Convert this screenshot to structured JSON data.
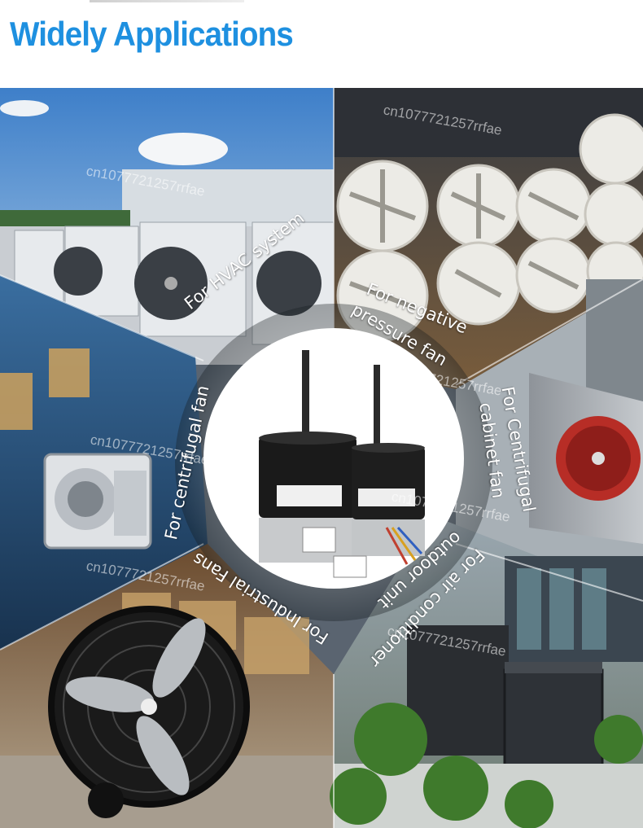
{
  "header": {
    "title": "Widely Applications"
  },
  "labels": {
    "hvac": "For HVAC system",
    "negative_line1": "For negative",
    "negative_line2": "pressure fan",
    "centrifugal_fan": "For centrifugal fan",
    "cabinet_line1": "For Centrifugal",
    "cabinet_line2": "cabinet fan",
    "industrial": "For Industrial Fans",
    "ac_line1": "For air conditioner",
    "ac_line2": "outdoor unit"
  },
  "watermark": {
    "text": "cn1077721257rrfae"
  },
  "colors": {
    "title": "#1e90e0",
    "label_text": "#ffffff",
    "center_circle": "#ffffff",
    "motor_body": "#1a1a1a",
    "motor_base": "#c8cacc"
  }
}
